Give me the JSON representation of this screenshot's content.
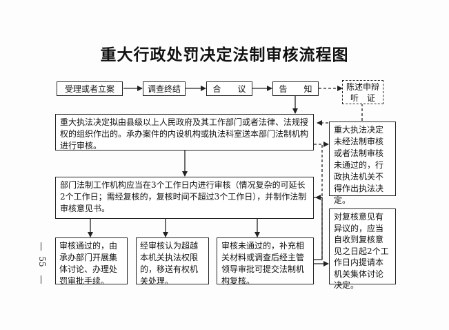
{
  "title": "重大行政处罚决定法制审核流程图",
  "top_row": {
    "step1": "受理或者立案",
    "step2": "调查终结",
    "step3": "合　　议",
    "step4": "告　　知",
    "step5": "陈述申辩 听　证"
  },
  "main": {
    "box1": "重大执法决定拟由县级以上人民政府及其工作部门或者法律、法规授权的组织作出的。承办案件的内设机构或执法科室送本部门法制机构进行审核。",
    "box2": "部门法制工作机构应当在3个工作日内进行审核（情况复杂的可延长2个工作日；需经复核的，复核时间不超过3个工作日），并制作法制审核意见书。"
  },
  "side": {
    "box1": "重大执法决定未经法制审核或者法制审核未通过的，行政执法机关不得作出执法决定。",
    "box2": "对复核意见有异议的，应当自收到复核意见之日起2个工作日内提请本机关集体讨论决定。"
  },
  "bottom": {
    "box1": "审核通过的，由承办部门开展集体讨论、办理处罚审批手续。",
    "box2": "经审核认为超越本机关执法权限的，移送有权机关处理。",
    "box3": "审核未通过的，补充相关材料或调查后经主管领导审批可提交法制机构复核。"
  },
  "page_number": "55"
}
